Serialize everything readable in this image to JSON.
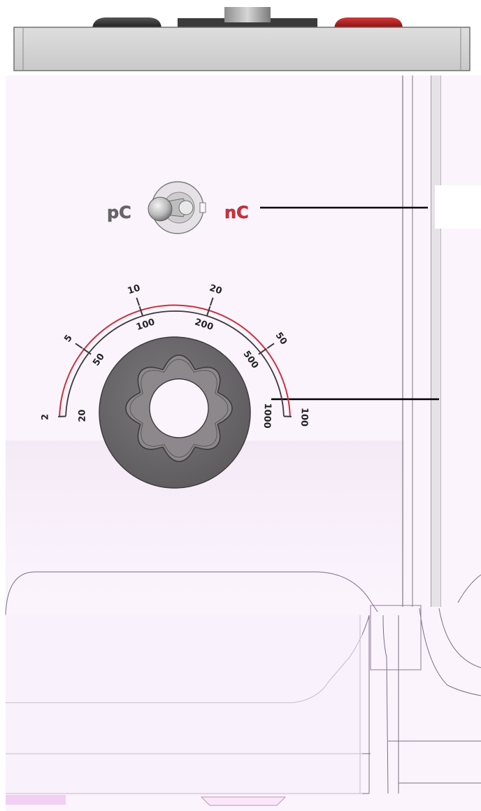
{
  "toggle": {
    "left_label": "pC",
    "right_label": "nC",
    "colors": {
      "left": "#666666",
      "right": "#c8323c"
    }
  },
  "dial": {
    "outer_scale": {
      "ticks": [
        "2",
        "5",
        "10",
        "20",
        "50",
        "100"
      ],
      "color": "#c8323c"
    },
    "inner_scale": {
      "ticks": [
        "20",
        "50",
        "100",
        "200",
        "500",
        "1000"
      ],
      "color": "#3a3a3a"
    }
  },
  "colors": {
    "panel": "#fbf4fd",
    "knob": "#6e6b6e",
    "terminal_black": "#2e2e2e",
    "terminal_red": "#b01818"
  }
}
